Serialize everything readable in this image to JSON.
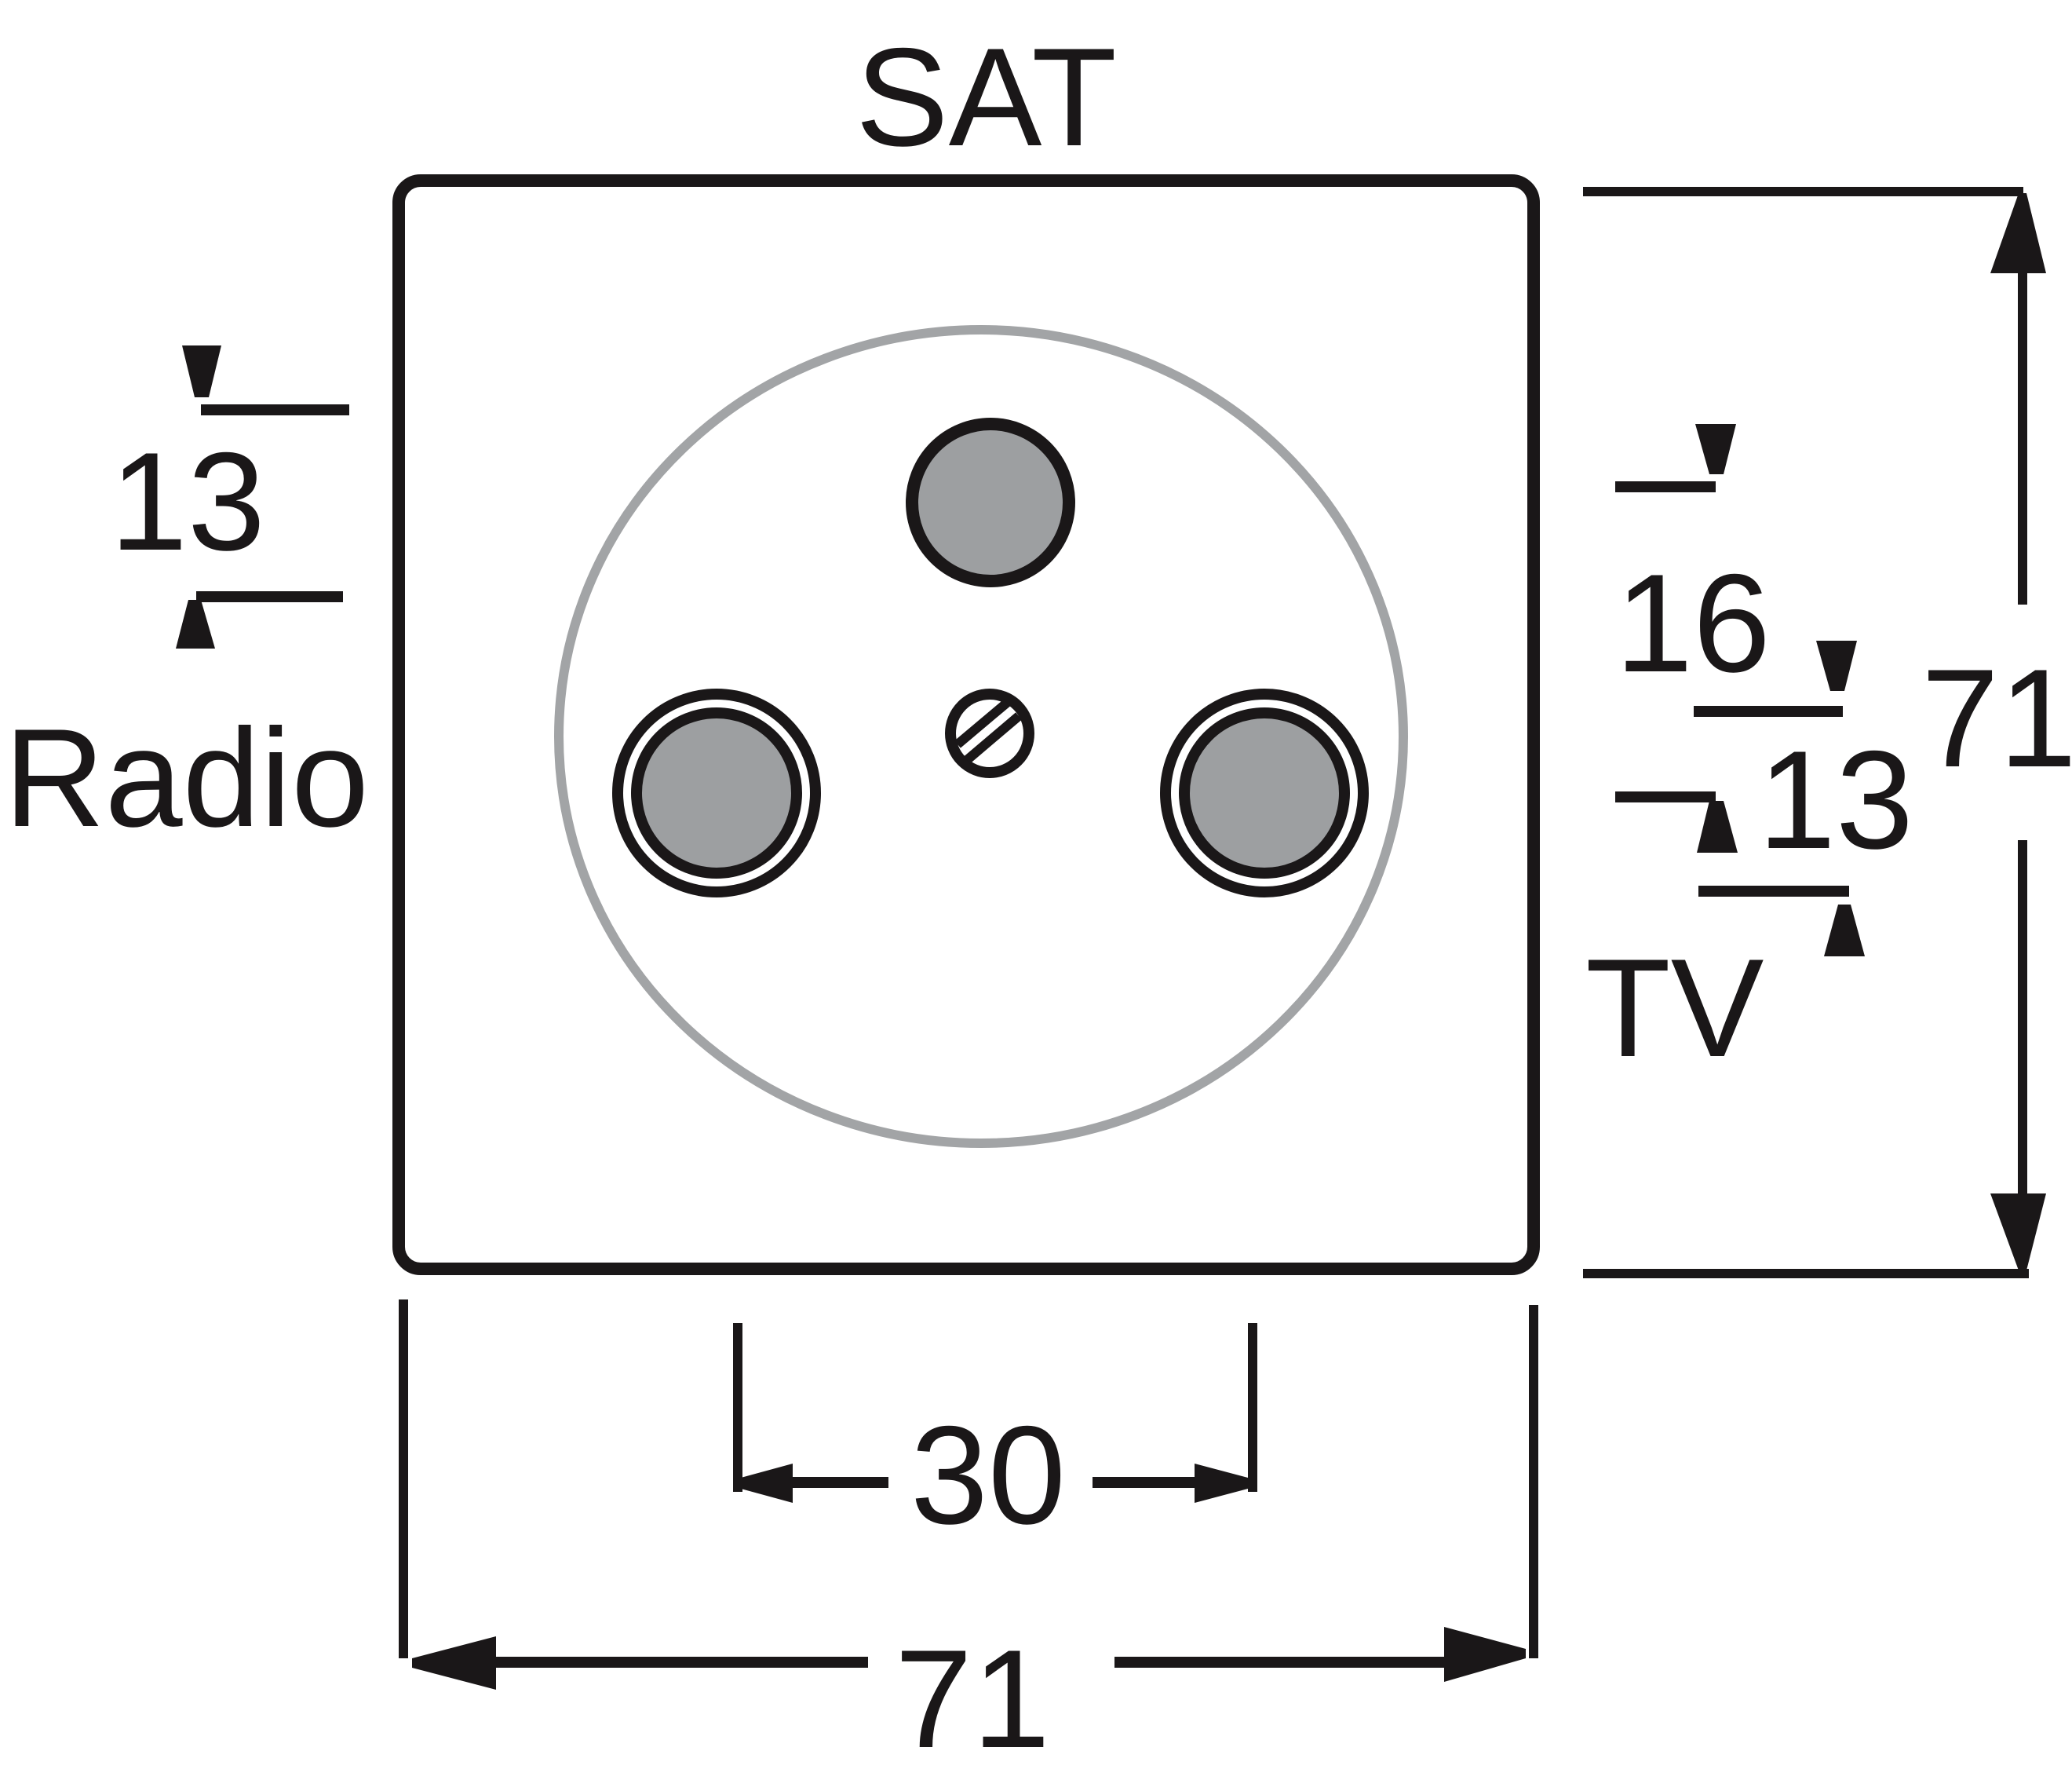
{
  "labels": {
    "sat": "SAT",
    "radio": "Radio",
    "tv": "TV"
  },
  "dimensions": {
    "plate_width": "71",
    "plate_height": "71",
    "port_spacing": "30",
    "radio_port": "13",
    "sat_port": "16",
    "tv_port": "13"
  },
  "colors": {
    "outline": "#1a1718",
    "ring": "#a2a4a6",
    "port_fill": "#9d9fa1"
  }
}
